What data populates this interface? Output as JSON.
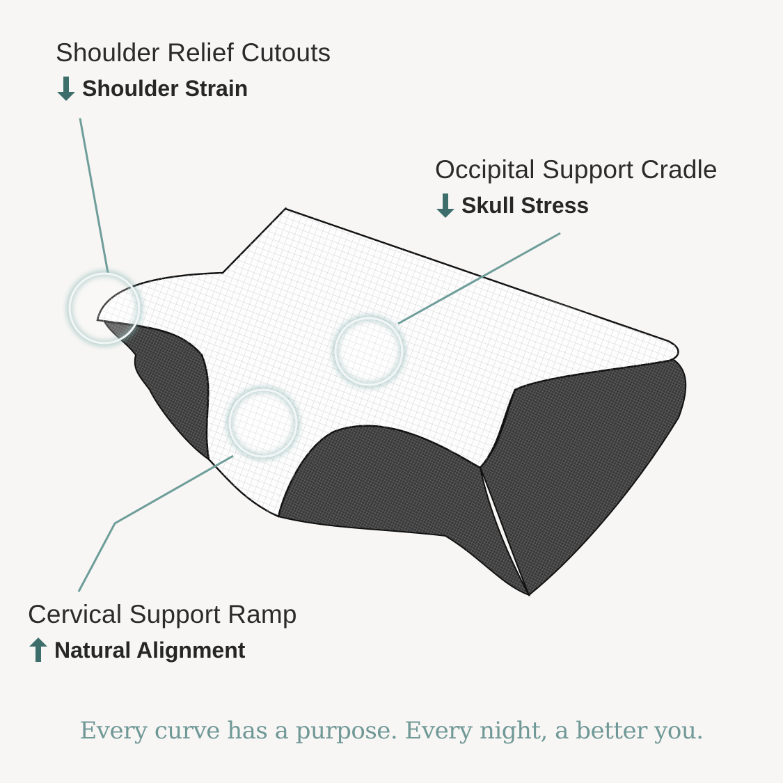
{
  "callouts": [
    {
      "title": "Shoulder Relief Cutouts",
      "effect": "Shoulder Strain",
      "direction": "down",
      "icon": "arrow-down-icon"
    },
    {
      "title": "Occipital Support Cradle",
      "effect": "Skull Stress",
      "direction": "down",
      "icon": "arrow-down-icon"
    },
    {
      "title": "Cervical Support Ramp",
      "effect": "Natural Alignment",
      "direction": "up",
      "icon": "arrow-up-icon"
    }
  ],
  "tagline": "Every curve has a purpose. Every night, a better you.",
  "colors": {
    "background": "#f7f6f4",
    "accent": "#3d6e6c",
    "line": "#6e9d9a",
    "tagline": "#6f9896"
  }
}
